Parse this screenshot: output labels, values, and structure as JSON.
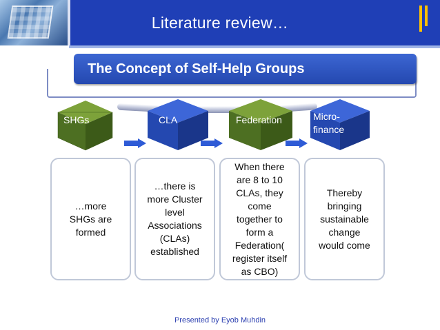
{
  "header": {
    "title": "Literature review…"
  },
  "concept": {
    "title": "The Concept of Self-Help Groups"
  },
  "stages": [
    {
      "label": "SHGs",
      "color": "#5a7f2a"
    },
    {
      "label": "CLA",
      "color": "#2a4fb8"
    },
    {
      "label": "Federation",
      "color": "#5a7f2a"
    },
    {
      "label": "Micro-\nfinance",
      "color": "#2a4fb8"
    }
  ],
  "descriptions": [
    "…more\nSHGs are\nformed",
    "…there is\nmore Cluster\nlevel\nAssociations\n(CLAs)\nestablished",
    "When there\nare 8 to 10\nCLAs, they\ncome\ntogether to\nform a\nFederation(\nregister itself\nas CBO)",
    "Thereby\nbringing\nsustainable\nchange\nwould come"
  ],
  "footer": {
    "credit": "Presented  by Eyob Muhdin"
  },
  "colors": {
    "header": "#1f3fb6",
    "accent": "#ffc000",
    "arrow": "#2e5bd6"
  }
}
